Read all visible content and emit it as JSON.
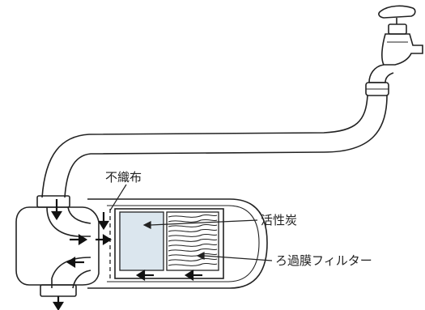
{
  "labels": {
    "nonwoven": "不織布",
    "activated_carbon": "活性炭",
    "membrane_filter": "ろ過膜フィルター"
  },
  "colors": {
    "line": "#222222",
    "carbon_fill": "#dbe6ee",
    "membrane_fill": "#ffffff",
    "background": "#ffffff"
  }
}
